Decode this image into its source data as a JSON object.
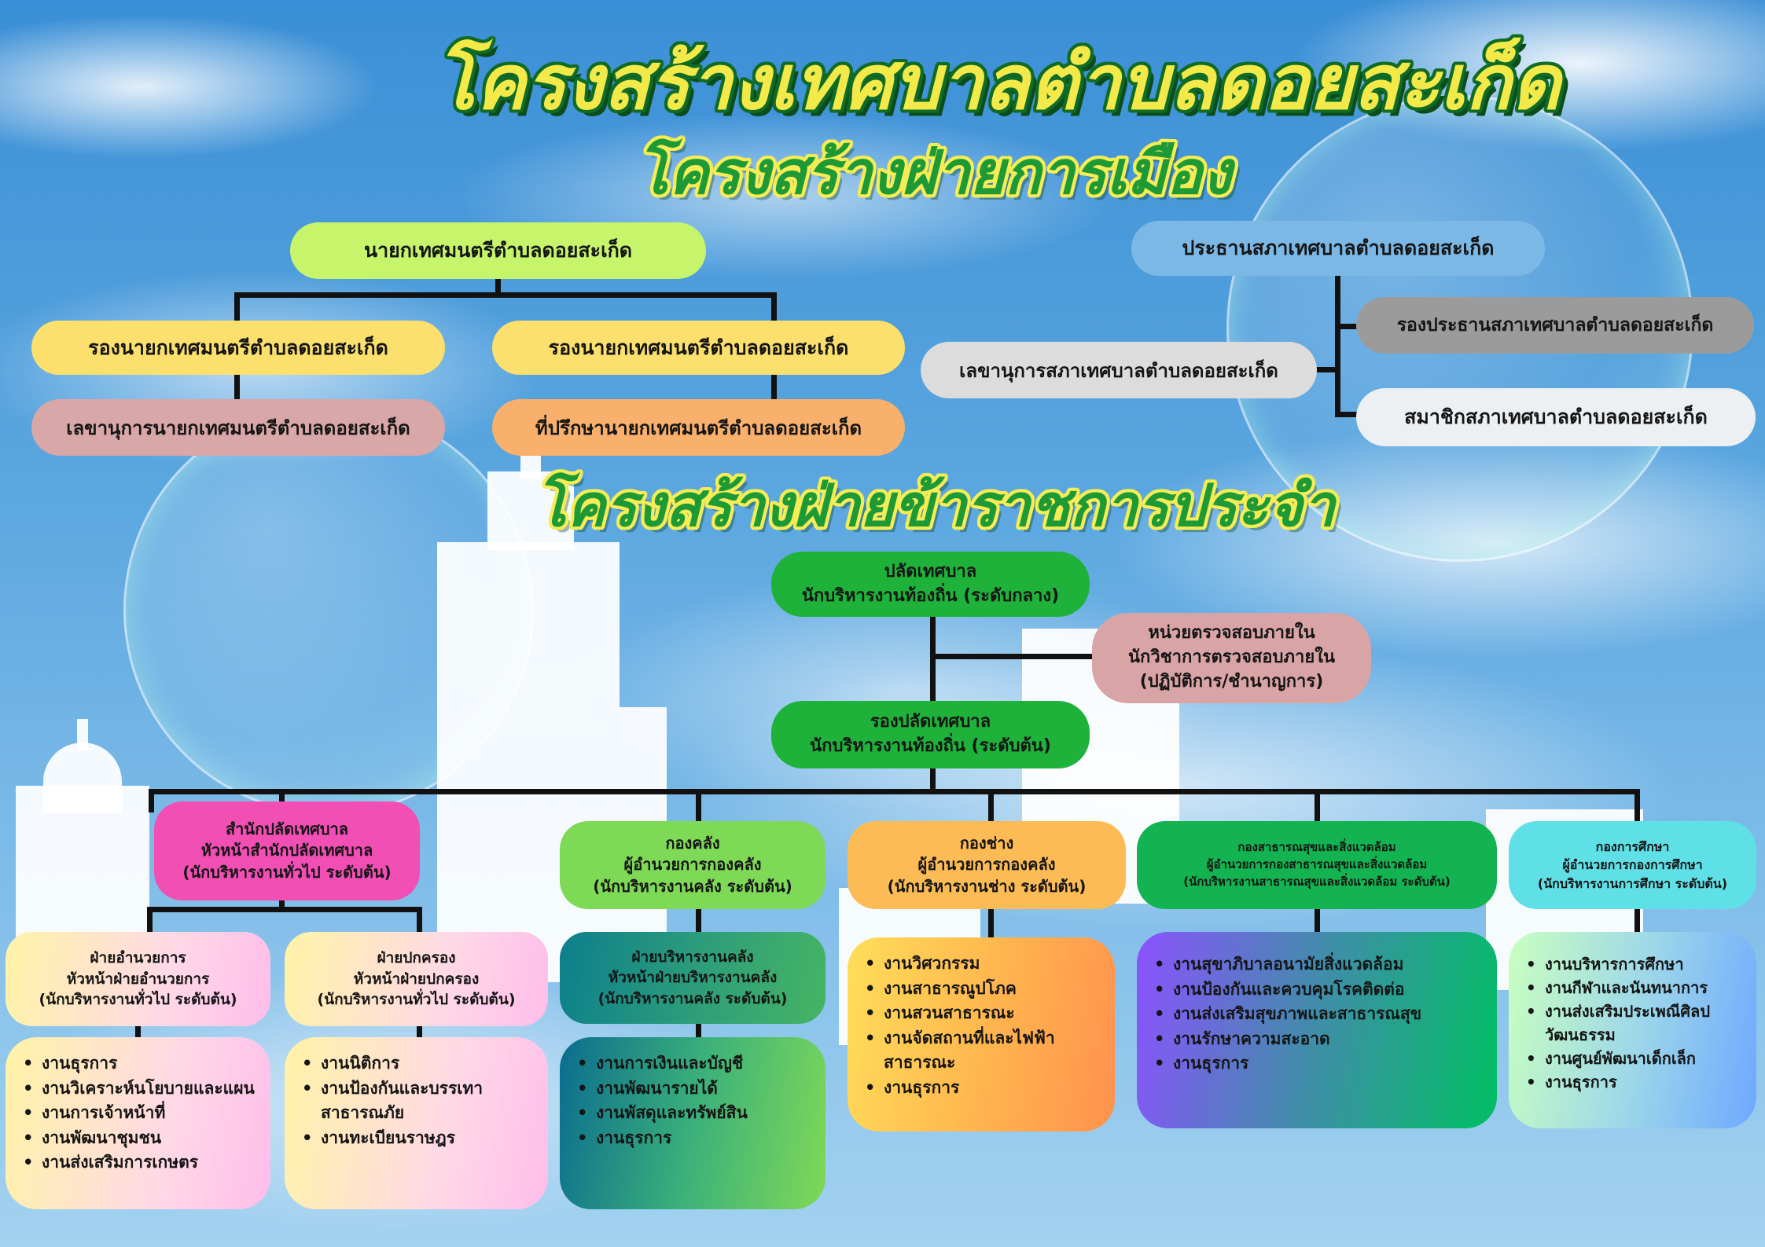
{
  "title": "โครงสร้างเทศบาลตำบลดอยสะเก็ด",
  "political": {
    "heading": "โครงสร้างฝ่ายการเมือง",
    "mayor": "นายกเทศมนตรีตำบลดอยสะเก็ด",
    "deputy_mayors": [
      "รองนายกเทศมนตรีตำบลดอยสะเก็ด",
      "รองนายกเทศมนตรีตำบลดอยสะเก็ด"
    ],
    "mayor_secretary": "เลขานุการนายกเทศมนตรีตำบลดอยสะเก็ด",
    "mayor_advisor": "ที่ปรึกษานายกเทศมนตรีตำบลดอยสะเก็ด",
    "council_president": "ประธานสภาเทศบาลตำบลดอยสะเก็ด",
    "council_vice_president": "รองประธานสภาเทศบาลตำบลดอยสะเก็ด",
    "council_secretary": "เลขานุการสภาเทศบาลตำบลดอยสะเก็ด",
    "council_members": "สมาชิกสภาเทศบาลตำบลดอยสะเก็ด"
  },
  "civil": {
    "heading": "โครงสร้างฝ่ายข้าราชการประจำ",
    "clerk": [
      "ปลัดเทศบาล",
      "นักบริหารงานท้องถิ่น (ระดับกลาง)"
    ],
    "internal_audit": [
      "หน่วยตรวจสอบภายใน",
      "นักวิชาการตรวจสอบภายใน",
      "(ปฏิบัติการ/ชำนาญการ)"
    ],
    "deputy_clerk": [
      "รองปลัดเทศบาล",
      "นักบริหารงานท้องถิ่น (ระดับต้น)"
    ],
    "departments": [
      {
        "lines": [
          "สำนักปลัดเทศบาล",
          "หัวหน้าสำนักปลัดเทศบาล",
          "(นักบริหารงานทั่วไป ระดับต้น)"
        ],
        "sections": [
          {
            "lines": [
              "ฝ่ายอำนวยการ",
              "หัวหน้าฝ่ายอำนวยการ",
              "(นักบริหารงานทั่วไป ระดับต้น)"
            ],
            "tasks": [
              "งานธุรการ",
              "งานวิเคราะห์นโยบายและแผน",
              "งานการเจ้าหน้าที่",
              "งานพัฒนาชุมชน",
              "งานส่งเสริมการเกษตร"
            ]
          },
          {
            "lines": [
              "ฝ่ายปกครอง",
              "หัวหน้าฝ่ายปกครอง",
              "(นักบริหารงานทั่วไป ระดับต้น)"
            ],
            "tasks": [
              "งานนิติการ",
              "งานป้องกันและบรรเทาสาธารณภัย",
              "งานทะเบียนราษฎร"
            ]
          }
        ]
      },
      {
        "lines": [
          "กองคลัง",
          "ผู้อำนวยการกองคลัง",
          "(นักบริหารงานคลัง ระดับต้น)"
        ],
        "sections": [
          {
            "lines": [
              "ฝ่ายบริหารงานคลัง",
              "หัวหน้าฝ่ายบริหารงานคลัง",
              "(นักบริหารงานคลัง ระดับต้น)"
            ],
            "tasks": [
              "งานการเงินและบัญชี",
              "งานพัฒนารายได้",
              "งานพัสดุและทรัพย์สิน",
              "งานธุรการ"
            ]
          }
        ]
      },
      {
        "lines": [
          "กองช่าง",
          "ผู้อำนวยการกองคลัง",
          "(นักบริหารงานช่าง ระดับต้น)"
        ],
        "tasks": [
          "งานวิศวกรรม",
          "งานสาธารณูปโภค",
          "งานสวนสาธารณะ",
          "งานจัดสถานที่และไฟฟ้าสาธารณะ",
          "งานธุรการ"
        ]
      },
      {
        "lines": [
          "กองสาธารณสุขและสิ่งแวดล้อม",
          "ผู้อำนวยการกองสาธารณสุขและสิ่งแวดล้อม",
          "(นักบริหารงานสาธารณสุขและสิ่งแวดล้อม ระดับต้น)"
        ],
        "tasks": [
          "งานสุขาภิบาลอนามัยสิ่งแวดล้อม",
          "งานป้องกันและควบคุมโรคติดต่อ",
          "งานส่งเสริมสุขภาพและสาธารณสุข",
          "งานรักษาความสะอาด",
          "งานธุรการ"
        ]
      },
      {
        "lines": [
          "กองการศึกษา",
          "ผู้อำนวยการกองการศึกษา",
          "(นักบริหารงานการศึกษา ระดับต้น)"
        ],
        "tasks": [
          "งานบริหารการศึกษา",
          "งานกีฬาและนันทนาการ",
          "งานส่งเสริมประเพณีศิลปวัฒนธรรม",
          "งานศูนย์พัฒนาเด็กเล็ก",
          "งานธุรการ"
        ]
      }
    ]
  },
  "colors": {
    "title_fill": "#f3ea4a",
    "title_outline": "#0f6b26",
    "heading_fill": "#1d9a36",
    "heading_outline": "#f6ec56",
    "mayor": "#c6f56b",
    "deputy_mayor": "#fbe06d",
    "mayor_secretary": "#d9a7a7",
    "mayor_advisor": "#f8b06c",
    "council_president": "#7cb8e6",
    "council_vice_president": "#9b9b9b",
    "council_secretary": "#dcdcdc",
    "council_members": "#edf0f2",
    "clerk": "#1eb23a",
    "internal_audit": "#d9a4a6",
    "office": "#f24fb5",
    "finance": "#7ed957",
    "engineering": "#fcbb55",
    "health": "#12b350",
    "education": "#5fe0e6"
  }
}
